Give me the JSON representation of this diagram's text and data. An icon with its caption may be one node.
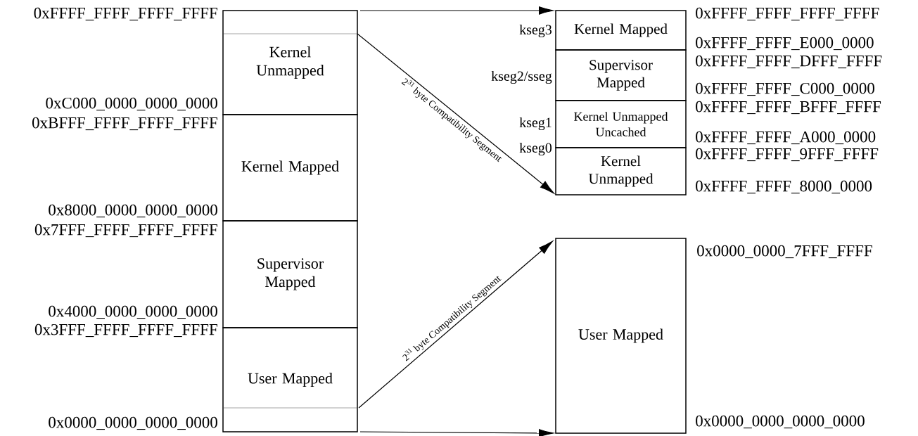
{
  "diagram": {
    "nodes": [
      {
        "text": [
          "Kernel Unmapped"
        ]
      },
      {
        "text": [
          "Kernel Mapped"
        ]
      },
      {
        "text": [
          "Supervisor Mapped"
        ]
      },
      {
        "text": [
          "User Mapped"
        ]
      },
      {
        "text": [
          "Kernel Mapped"
        ],
        "beside": [
          "kseg3"
        ]
      },
      {
        "text": [
          "Supervisor Mapped"
        ],
        "beside": [
          "kseg2/sseg"
        ]
      },
      {
        "text": [
          "Kernel Unmapped Uncached"
        ],
        "beside": [
          "kseg1"
        ]
      },
      {
        "text": [
          "Kernel Unmapped"
        ],
        "beside": [
          "kseg0"
        ]
      },
      {
        "text": [
          "User Mapped"
        ]
      }
    ],
    "edges": [
      {
        "from": 0,
        "to": 4,
        "arrow": "to"
      },
      {
        "from": 0,
        "to": 7,
        "arrow": "to",
        "label": "2$^{31}$ byte Compatibility Segment"
      },
      {
        "from": 3,
        "to": 8,
        "arrow": "to",
        "label": "2$^{31}$ byte Compatibility Segment"
      },
      {
        "from": 3,
        "to": 8,
        "arrow": "to"
      }
    ],
    "labels": [
      "0xFFFF_FFFF_FFFF_FFFF",
      "0xC000_0000_0000_0000",
      "0xBFFF_FFFF_FFFF_FFFF",
      "0x8000_0000_0000_0000",
      "0x7FFF_FFFF_FFFF_FFFF",
      "0x4000_0000_0000_0000",
      "0x3FFF_FFFF_FFFF_FFFF",
      "0x0000_0000_0000_0000",
      "0xFFFF_FFFF_FFFF_FFFF",
      "0xFFFF_FFFF_E000_0000",
      "0xFFFF_FFFF_DFFF_FFFF",
      "0xFFFF_FFFF_C000_0000",
      "0xFFFF_FFFF_BFFF_FFFF",
      "0xFFFF_FFFF_A000_0000",
      "0xFFFF_FFFF_9FFF_FFFF",
      "0xFFFF_FFFF_8000_0000",
      "0x0000_0000_7FFF_FFFF",
      "0x0000_0000_0000_0000"
    ]
  }
}
